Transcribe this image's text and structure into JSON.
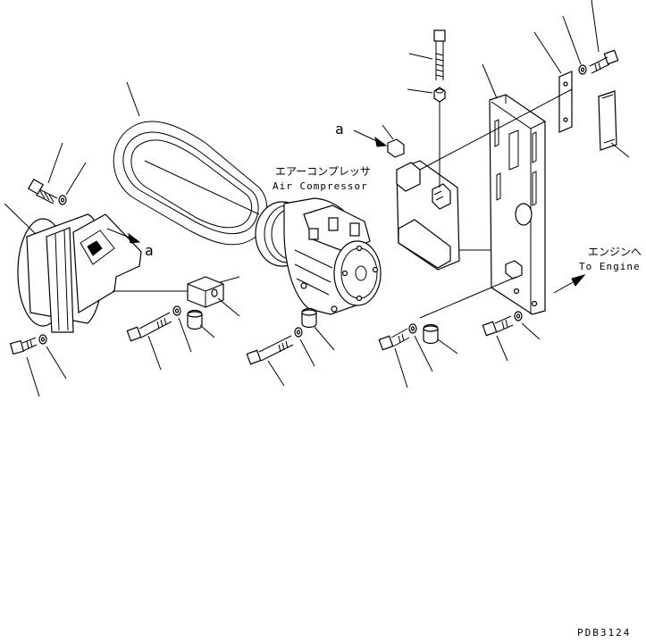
{
  "labels": {
    "air_compressor_jp": "エアーコンプレッサ",
    "air_compressor_en": "Air Compressor",
    "to_engine_jp": "エンジンへ",
    "to_engine_en": "To Engine",
    "ref_a_top": "a",
    "ref_a_left": "a",
    "drawing_number": "PDB3124"
  }
}
